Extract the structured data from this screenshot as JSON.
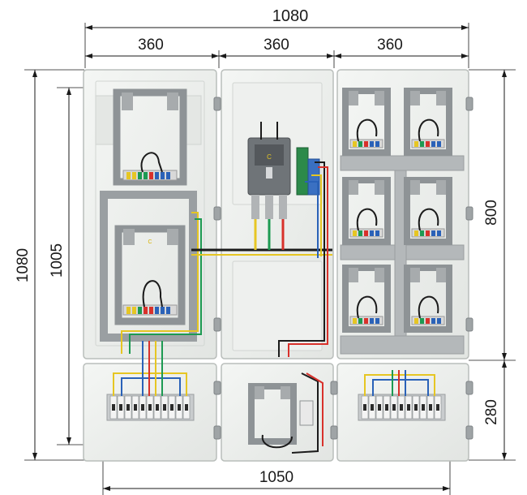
{
  "dimensions": {
    "overall_width": "1080",
    "overall_height": "1080",
    "column_left_width": "360",
    "column_middle_width": "360",
    "column_right_width": "360",
    "left_section_height": "1005",
    "right_upper_height": "800",
    "right_lower_height": "280",
    "bottom_width": "1050"
  },
  "components": {
    "breaker_badge": "C",
    "meter_badge": "C"
  },
  "colors": {
    "cabinet_body": "#eceeec",
    "cabinet_edge": "#b9bebb",
    "bracket_grey": "#8e9396",
    "wire_yellow": "#e6c623",
    "wire_green": "#1d9a52",
    "wire_red": "#d8312b",
    "wire_blue": "#2a62b8",
    "wire_black": "#1b1b1b"
  }
}
